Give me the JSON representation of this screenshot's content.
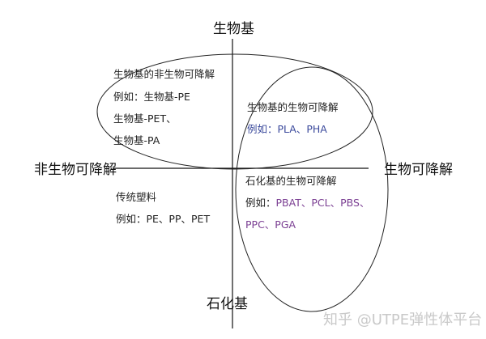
{
  "axes": {
    "top": "生物基",
    "bottom": "石化基",
    "left": "非生物可降解",
    "right": "生物可降解"
  },
  "regions": {
    "bio_nondegradable": {
      "title": "生物基的非生物可降解",
      "line1": "例如：生物基-PE",
      "line2": "生物基-PET、",
      "line3": "生物基-PA"
    },
    "bio_degradable": {
      "title": "生物基的生物可降解",
      "prefix": "例如：",
      "examples": "PLA、PHA"
    },
    "petro_degradable": {
      "title": "石化基的生物可降解",
      "prefix": "例如：",
      "examples1": "PBAT、PCL、PBS、",
      "examples2": "PPC、PGA"
    },
    "traditional": {
      "title": "传统塑料",
      "line1": "例如：PE、PP、PET"
    }
  },
  "colors": {
    "blue_text": "#3b4a9c",
    "purple_text": "#7b3f93",
    "watermark": "#c9c9c9"
  },
  "watermark": "知乎 @UTPE弹性体平台"
}
